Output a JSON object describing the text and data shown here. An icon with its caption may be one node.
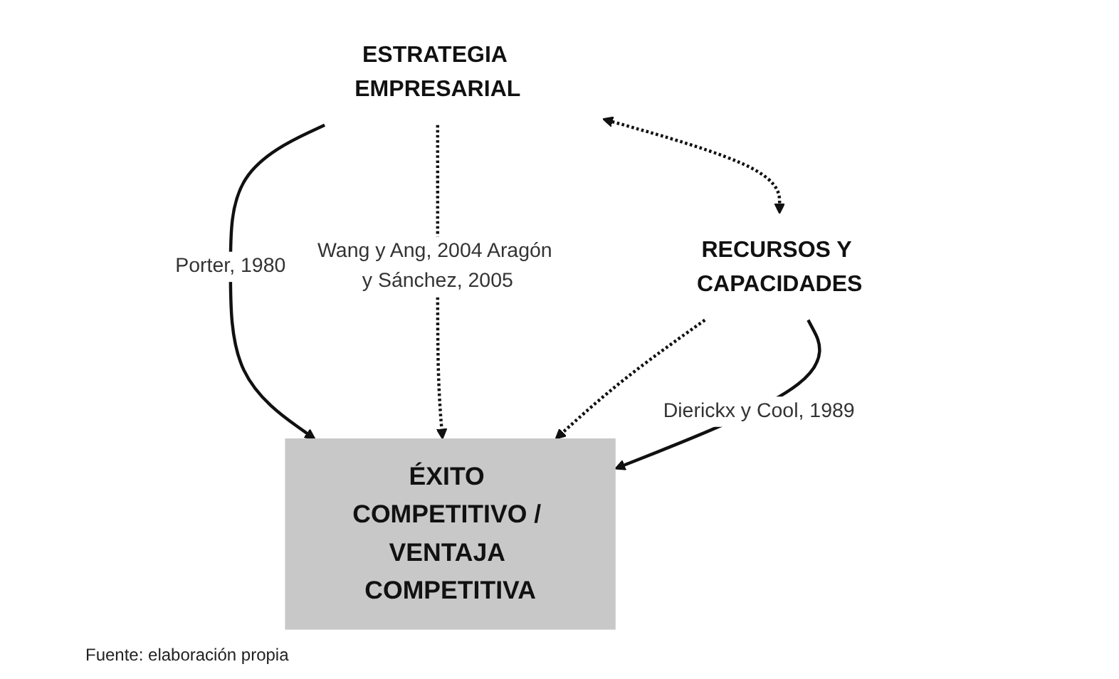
{
  "diagram": {
    "caption": "Fuente: elaboración propia",
    "nodes": [
      {
        "text": [
          "ESTRATEGIA EMPRESARIAL"
        ]
      },
      {
        "text": [
          "RECURSOS Y CAPACIDADES"
        ]
      },
      {
        "text": [
          "ÉXITO COMPETITIVO / VENTAJA COMPETITIVA"
        ]
      }
    ],
    "edges": [
      {
        "from": 0,
        "to": 2,
        "arrow": "to",
        "label": "Porter, 1980"
      },
      {
        "from": 0,
        "to": 1,
        "arrow": "both",
        "style": "dashed"
      },
      {
        "from": 0,
        "to": 2,
        "arrow": "to",
        "style": "dashed",
        "label": "Wang y Ang, 2004 Aragón y Sánchez, 2005"
      },
      {
        "from": 1,
        "to": 2,
        "arrow": "to",
        "style": "dashed"
      },
      {
        "from": 1,
        "to": 2,
        "arrow": "to",
        "label": "Dierickx y Cool, 1989"
      }
    ]
  }
}
